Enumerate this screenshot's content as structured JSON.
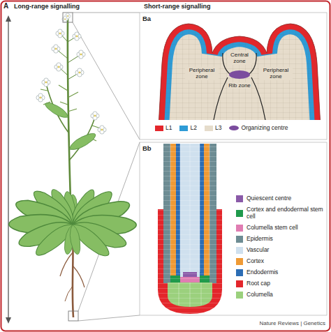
{
  "diagram": {
    "labels": [
      "A",
      "Long-range signalling",
      "Short-range signalling",
      "Ba",
      "Central zone",
      "Peripheral zone",
      "Peripheral zone",
      "Rib zone",
      "Bb",
      "Nature Reviews | Genetics"
    ],
    "legend": [
      {
        "text": "L1",
        "color": "#e3262b"
      },
      {
        "text": "L2",
        "color": "#2e9bd6"
      },
      {
        "text": "L3",
        "color": "#e5dccb"
      },
      {
        "text": "Organizing centre",
        "color": "#7b4c9e"
      },
      {
        "text": "Quiescent centre",
        "color": "#8a5aa8"
      },
      {
        "text": "Cortex and endodermal stem cell",
        "color": "#1f9a4c"
      },
      {
        "text": "Columella stem cell",
        "color": "#e07db2"
      },
      {
        "text": "Epidermis",
        "color": "#6d8c93"
      },
      {
        "text": "Vascular",
        "color": "#cfe0ee"
      },
      {
        "text": "Cortex",
        "color": "#ef9a35"
      },
      {
        "text": "Endodermis",
        "color": "#2c6db4"
      },
      {
        "text": "Root cap",
        "color": "#e3262b"
      },
      {
        "text": "Columella",
        "color": "#9bd07d"
      }
    ]
  }
}
